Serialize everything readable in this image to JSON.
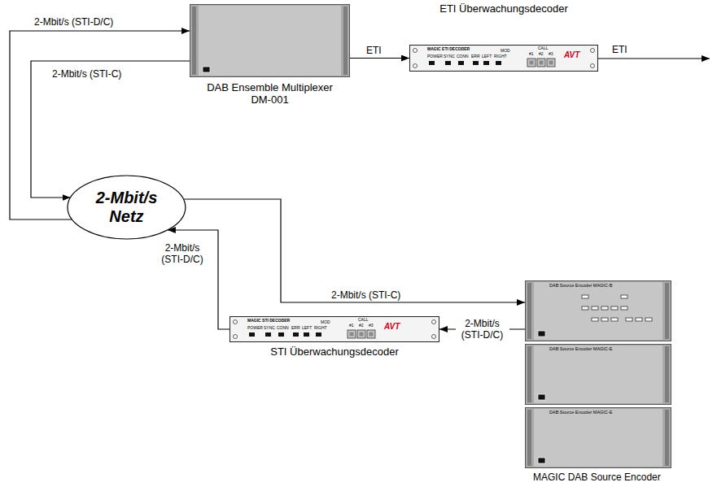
{
  "diagram": {
    "nodes": [
      {
        "text": [
          "DAB Ensemble Multiplexer DM-001"
        ]
      },
      {
        "text": [
          "ETI Überwachungsdecoder"
        ]
      },
      {
        "text": [
          "2-Mbit/s Netz"
        ]
      },
      {
        "text": [
          "STI Überwachungsdecoder"
        ]
      },
      {
        "text": [
          "DAB Source Encoder MAGIC-B"
        ]
      },
      {
        "text": [
          "DAB Source Encoder MAGIC-E"
        ]
      },
      {
        "text": [
          "DAB Source Encoder MAGIC-E"
        ]
      }
    ],
    "edges": [
      {
        "from": 2,
        "to": 0,
        "arrow": "to",
        "label": "2-Mbit/s (STI-D/C)"
      },
      {
        "from": 0,
        "to": 2,
        "arrow": "to",
        "label": "2-Mbit/s (STI-C)"
      },
      {
        "from": 0,
        "to": 1,
        "arrow": "to",
        "label": "ETI"
      },
      {
        "from": 2,
        "to": 4,
        "arrow": "to",
        "label": "2-Mbit/s (STI-C)"
      },
      {
        "from": 4,
        "to": 3,
        "arrow": "to",
        "label": "2-Mbit/s (STI-D/C)"
      },
      {
        "from": 3,
        "to": 2,
        "arrow": "to",
        "label": "2-Mbit/s (STI-D/C)"
      }
    ],
    "labels": [
      "ETI",
      "MAGIC ETI DECODER",
      "POWER",
      "SYNC",
      "CONN",
      "ERR",
      "LEFT",
      "RIGHT",
      "MOD",
      "CALL",
      "#1",
      "#2",
      "#3",
      "AVT",
      "MAGIC STI DECODER",
      "POWER",
      "SYNC",
      "CONN",
      "ERR",
      "LEFT",
      "RIGHT",
      "MOD",
      "CALL",
      "#1",
      "#2",
      "#3",
      "AVT",
      "MAGIC DAB Source Encoder"
    ]
  }
}
